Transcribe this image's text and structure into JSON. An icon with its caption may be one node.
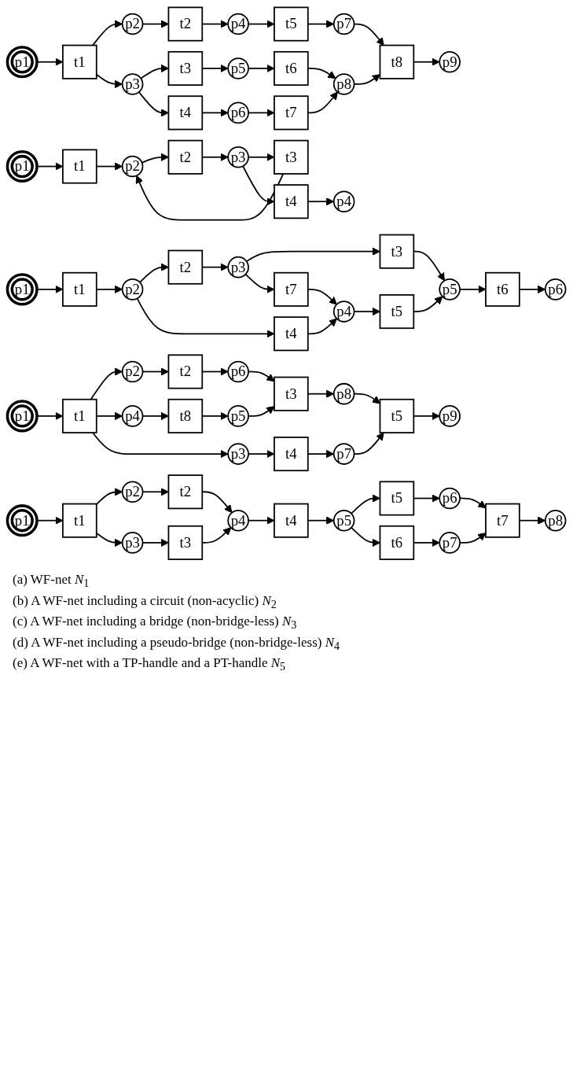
{
  "diagram": {
    "nodes": [
      {
        "text": [
          "p1"
        ]
      },
      {
        "text": [
          "t1"
        ]
      },
      {
        "text": [
          "p2"
        ]
      },
      {
        "text": [
          "p3"
        ]
      },
      {
        "text": [
          "t2"
        ]
      },
      {
        "text": [
          "t3"
        ]
      },
      {
        "text": [
          "t4"
        ]
      },
      {
        "text": [
          "p4"
        ]
      },
      {
        "text": [
          "p5"
        ]
      },
      {
        "text": [
          "p6"
        ]
      },
      {
        "text": [
          "t5"
        ]
      },
      {
        "text": [
          "t6"
        ]
      },
      {
        "text": [
          "t7"
        ]
      },
      {
        "text": [
          "p7"
        ]
      },
      {
        "text": [
          "p8"
        ]
      },
      {
        "text": [
          "t8"
        ]
      },
      {
        "text": [
          "p9"
        ]
      },
      {
        "text": [
          "p1"
        ]
      },
      {
        "text": [
          "t1"
        ]
      },
      {
        "text": [
          "p2"
        ]
      },
      {
        "text": [
          "t3"
        ]
      },
      {
        "text": [
          "t2"
        ]
      },
      {
        "text": [
          "p3"
        ]
      },
      {
        "text": [
          "t4"
        ]
      },
      {
        "text": [
          "p4"
        ]
      },
      {
        "text": [
          "p1"
        ]
      },
      {
        "text": [
          "t1"
        ]
      },
      {
        "text": [
          "p2"
        ]
      },
      {
        "text": [
          "t2"
        ]
      },
      {
        "text": [
          "t4"
        ]
      },
      {
        "text": [
          "p3"
        ]
      },
      {
        "text": [
          "t7"
        ]
      },
      {
        "text": [
          "p4"
        ]
      },
      {
        "text": [
          "t3"
        ]
      },
      {
        "text": [
          "t5"
        ]
      },
      {
        "text": [
          "p5"
        ]
      },
      {
        "text": [
          "t6"
        ]
      },
      {
        "text": [
          "p6"
        ]
      },
      {
        "text": [
          "p1"
        ]
      },
      {
        "text": [
          "t1"
        ]
      },
      {
        "text": [
          "p2"
        ]
      },
      {
        "text": [
          "p4"
        ]
      },
      {
        "text": [
          "p3"
        ]
      },
      {
        "text": [
          "t2"
        ]
      },
      {
        "text": [
          "t8"
        ]
      },
      {
        "text": [
          "t4"
        ]
      },
      {
        "text": [
          "p6"
        ]
      },
      {
        "text": [
          "p5"
        ]
      },
      {
        "text": [
          "t3"
        ]
      },
      {
        "text": [
          "p8"
        ]
      },
      {
        "text": [
          "p7"
        ]
      },
      {
        "text": [
          "t5"
        ]
      },
      {
        "text": [
          "p9"
        ]
      },
      {
        "text": [
          "p1"
        ]
      },
      {
        "text": [
          "t1"
        ]
      },
      {
        "text": [
          "p2"
        ]
      },
      {
        "text": [
          "p3"
        ]
      },
      {
        "text": [
          "t2"
        ]
      },
      {
        "text": [
          "t3"
        ]
      },
      {
        "text": [
          "p4"
        ]
      },
      {
        "text": [
          "t4"
        ]
      },
      {
        "text": [
          "p5"
        ]
      },
      {
        "text": [
          "t5"
        ]
      },
      {
        "text": [
          "t6"
        ]
      },
      {
        "text": [
          "p6"
        ]
      },
      {
        "text": [
          "p7"
        ]
      },
      {
        "text": [
          "t7"
        ]
      },
      {
        "text": [
          "p8"
        ]
      }
    ],
    "edges": [
      {
        "from": 0,
        "to": 1,
        "arrow": "to"
      },
      {
        "from": 1,
        "to": 2,
        "arrow": "to"
      },
      {
        "from": 1,
        "to": 3,
        "arrow": "to"
      },
      {
        "from": 2,
        "to": 4,
        "arrow": "to"
      },
      {
        "from": 3,
        "to": 5,
        "arrow": "to"
      },
      {
        "from": 3,
        "to": 6,
        "arrow": "to"
      },
      {
        "from": 4,
        "to": 7,
        "arrow": "to"
      },
      {
        "from": 5,
        "to": 8,
        "arrow": "to"
      },
      {
        "from": 6,
        "to": 9,
        "arrow": "to"
      },
      {
        "from": 7,
        "to": 10,
        "arrow": "to"
      },
      {
        "from": 8,
        "to": 11,
        "arrow": "to"
      },
      {
        "from": 9,
        "to": 12,
        "arrow": "to"
      },
      {
        "from": 10,
        "to": 13,
        "arrow": "to"
      },
      {
        "from": 11,
        "to": 14,
        "arrow": "to"
      },
      {
        "from": 12,
        "to": 14,
        "arrow": "to"
      },
      {
        "from": 13,
        "to": 15,
        "arrow": "to"
      },
      {
        "from": 14,
        "to": 15,
        "arrow": "to"
      },
      {
        "from": 15,
        "to": 16,
        "arrow": "to"
      },
      {
        "from": 17,
        "to": 18,
        "arrow": "to"
      },
      {
        "from": 18,
        "to": 19,
        "arrow": "to"
      },
      {
        "from": 19,
        "to": 21,
        "arrow": "to"
      },
      {
        "from": 21,
        "to": 22,
        "arrow": "to"
      },
      {
        "from": 22,
        "to": 20,
        "arrow": "to"
      },
      {
        "from": 20,
        "to": 19,
        "arrow": "to"
      },
      {
        "from": 22,
        "to": 23,
        "arrow": "to"
      },
      {
        "from": 23,
        "to": 24,
        "arrow": "to"
      },
      {
        "from": 25,
        "to": 26,
        "arrow": "to"
      },
      {
        "from": 26,
        "to": 27,
        "arrow": "to"
      },
      {
        "from": 27,
        "to": 28,
        "arrow": "to"
      },
      {
        "from": 27,
        "to": 29,
        "arrow": "to"
      },
      {
        "from": 28,
        "to": 30,
        "arrow": "to"
      },
      {
        "from": 29,
        "to": 32,
        "arrow": "to"
      },
      {
        "from": 30,
        "to": 33,
        "arrow": "to"
      },
      {
        "from": 30,
        "to": 31,
        "arrow": "to"
      },
      {
        "from": 31,
        "to": 32,
        "arrow": "to"
      },
      {
        "from": 32,
        "to": 34,
        "arrow": "to"
      },
      {
        "from": 33,
        "to": 35,
        "arrow": "to"
      },
      {
        "from": 34,
        "to": 35,
        "arrow": "to"
      },
      {
        "from": 35,
        "to": 36,
        "arrow": "to"
      },
      {
        "from": 36,
        "to": 37,
        "arrow": "to"
      },
      {
        "from": 38,
        "to": 39,
        "arrow": "to"
      },
      {
        "from": 39,
        "to": 40,
        "arrow": "to"
      },
      {
        "from": 39,
        "to": 41,
        "arrow": "to"
      },
      {
        "from": 39,
        "to": 42,
        "arrow": "to"
      },
      {
        "from": 40,
        "to": 43,
        "arrow": "to"
      },
      {
        "from": 41,
        "to": 44,
        "arrow": "to"
      },
      {
        "from": 42,
        "to": 45,
        "arrow": "to"
      },
      {
        "from": 43,
        "to": 46,
        "arrow": "to"
      },
      {
        "from": 44,
        "to": 47,
        "arrow": "to"
      },
      {
        "from": 46,
        "to": 48,
        "arrow": "to"
      },
      {
        "from": 47,
        "to": 48,
        "arrow": "to"
      },
      {
        "from": 45,
        "to": 50,
        "arrow": "to"
      },
      {
        "from": 48,
        "to": 49,
        "arrow": "to"
      },
      {
        "from": 49,
        "to": 51,
        "arrow": "to"
      },
      {
        "from": 50,
        "to": 51,
        "arrow": "to"
      },
      {
        "from": 51,
        "to": 52,
        "arrow": "to"
      },
      {
        "from": 53,
        "to": 54,
        "arrow": "to"
      },
      {
        "from": 54,
        "to": 55,
        "arrow": "to"
      },
      {
        "from": 54,
        "to": 56,
        "arrow": "to"
      },
      {
        "from": 55,
        "to": 57,
        "arrow": "to"
      },
      {
        "from": 56,
        "to": 58,
        "arrow": "to"
      },
      {
        "from": 57,
        "to": 59,
        "arrow": "to"
      },
      {
        "from": 58,
        "to": 59,
        "arrow": "to"
      },
      {
        "from": 59,
        "to": 60,
        "arrow": "to"
      },
      {
        "from": 60,
        "to": 61,
        "arrow": "to"
      },
      {
        "from": 61,
        "to": 62,
        "arrow": "to"
      },
      {
        "from": 61,
        "to": 63,
        "arrow": "to"
      },
      {
        "from": 62,
        "to": 64,
        "arrow": "to"
      },
      {
        "from": 63,
        "to": 65,
        "arrow": "to"
      },
      {
        "from": 64,
        "to": 66,
        "arrow": "to"
      },
      {
        "from": 65,
        "to": 66,
        "arrow": "to"
      },
      {
        "from": 66,
        "to": 67,
        "arrow": "to"
      }
    ],
    "labels": [
      "(a) WF-net *N*$_{1}$",
      "(b) A WF-net including a circuit (non-acyclic) *N*$_{2}$",
      "(c) A WF-net including a bridge (non-bridge-less) *N*$_{3}$",
      "(d) A WF-net including a pseudo-bridge (non-bridge-less) *N*$_{4}$",
      "(e) A WF-net with a TP-handle and a PT-handle *N*$_{5}$"
    ]
  }
}
